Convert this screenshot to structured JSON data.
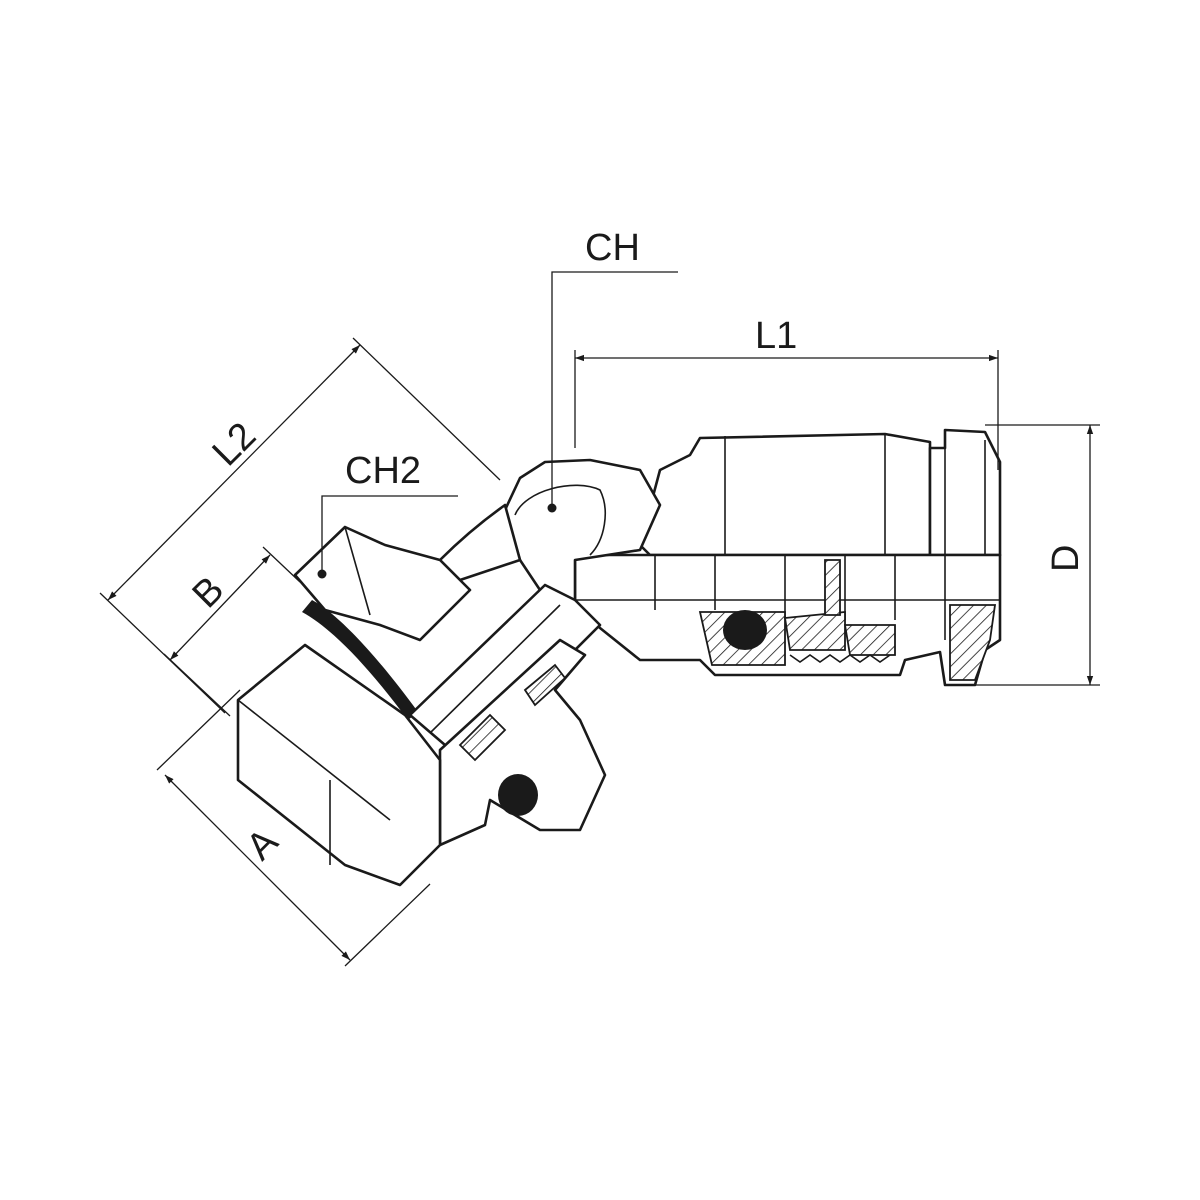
{
  "colors": {
    "line": "#1a1a1a",
    "background": "#ffffff"
  },
  "labels": {
    "ch": "CH",
    "l1": "L1",
    "l2": "L2",
    "ch2": "CH2",
    "b": "B",
    "a": "A",
    "d": "D"
  }
}
